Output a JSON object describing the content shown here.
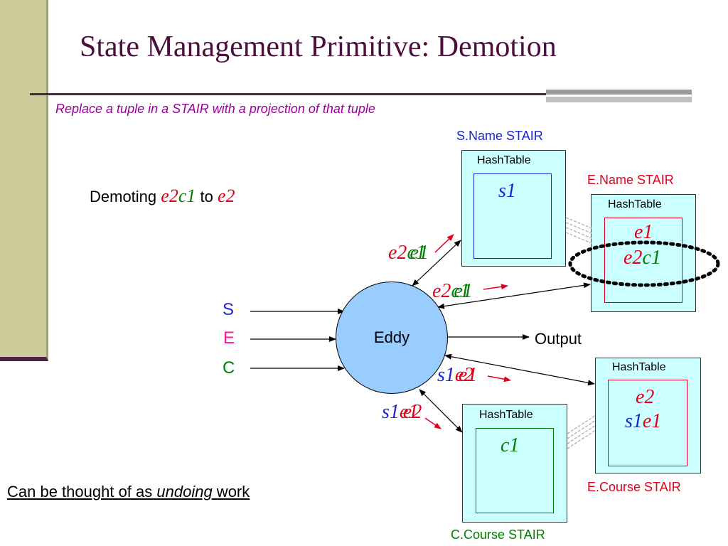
{
  "slide": {
    "title": "State Management Primitive: Demotion",
    "subtitle": "Replace a tuple in a STAIR with a projection of that tuple",
    "demoting": {
      "prefix": "Demoting ",
      "from_e": "e2",
      "from_c": "c1",
      "mid": " to ",
      "to_e": "e2"
    },
    "footer": {
      "pre": "Can be thought of as ",
      "em": "undoing",
      "post": " work"
    }
  },
  "streams": {
    "s": "S",
    "e": "E",
    "c": "C"
  },
  "eddy": {
    "label": "Eddy"
  },
  "output": {
    "label": "Output"
  },
  "stairs": {
    "sname": {
      "title": "S.Name STAIR",
      "hashtable": "HashTable",
      "tuple": "s1"
    },
    "ename": {
      "title": "E.Name STAIR",
      "hashtable": "HashTable",
      "tuple1": "e1",
      "tuple2_e": "e2",
      "tuple2_c": "c1"
    },
    "ecourse": {
      "title": "E.Course STAIR",
      "hashtable": "HashTable",
      "tuple1": "e2",
      "tuple2_s": "s1",
      "tuple2_e": "e1"
    },
    "ccourse": {
      "title": "C.Course STAIR",
      "hashtable": "HashTable",
      "tuple": "c1"
    }
  },
  "flows": {
    "upper1": {
      "e": "e2",
      "c": "c1",
      "c_overlay": "e1"
    },
    "upper2": {
      "e": "e2",
      "c": "c1",
      "c_overlay": "e1"
    },
    "lower1": {
      "s": "s1",
      "e": "e2",
      "e_overlay": "e1"
    },
    "lower2": {
      "s": "s1",
      "e": "e1",
      "e_overlay": "e2"
    }
  },
  "colors": {
    "title": "#4b0f3c",
    "subtitle": "#990099",
    "red": "#e0001b",
    "green": "#008000",
    "blue": "#1a24d8",
    "stair_fill": "#ccffff",
    "eddy_fill": "#99ccff"
  }
}
